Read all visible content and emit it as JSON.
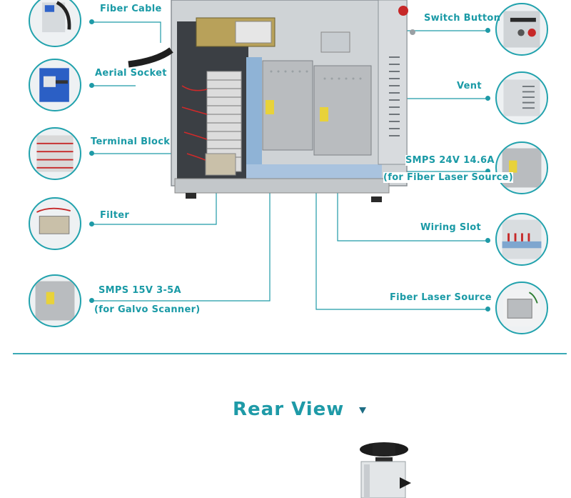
{
  "callouts_left": [
    {
      "id": "fiber-cable",
      "label": "Fiber Cable"
    },
    {
      "id": "aerial-socket",
      "label": "Aerial Socket"
    },
    {
      "id": "terminal-block",
      "label": "Terminal Block"
    },
    {
      "id": "filter",
      "label": "Filter"
    },
    {
      "id": "smps-15v",
      "label": "SMPS 15V 3-5A",
      "sublabel": "(for Galvo Scanner)"
    }
  ],
  "callouts_right": [
    {
      "id": "switch-button",
      "label": "Switch Button"
    },
    {
      "id": "vent",
      "label": "Vent"
    },
    {
      "id": "smps-24v",
      "label": "SMPS 24V 14.6A",
      "sublabel": "(for Fiber Laser Source)"
    },
    {
      "id": "wiring-slot",
      "label": "Wiring Slot"
    },
    {
      "id": "fiber-laser-source",
      "label": "Fiber Laser Source"
    }
  ],
  "section": {
    "title": "Rear View"
  },
  "colors": {
    "accent": "#1e9aa7",
    "line": "#1e9aa7",
    "divider": "#3aa9b5",
    "label_text": "#1a9aa6"
  }
}
